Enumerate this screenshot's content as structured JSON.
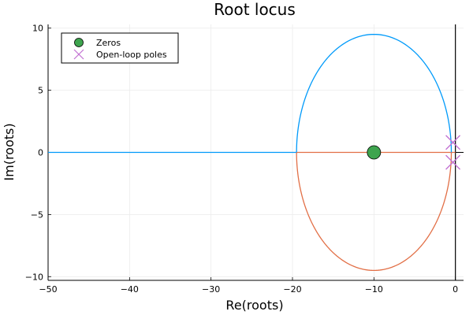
{
  "chart_data": {
    "type": "line",
    "title": "Root locus",
    "xlabel": "Re(roots)",
    "ylabel": "Im(roots)",
    "xlim": [
      -50,
      1
    ],
    "ylim": [
      -10.3,
      10.3
    ],
    "grid": true,
    "legend_position": "top-left",
    "xticks": [
      {
        "value": -50,
        "label": "−50"
      },
      {
        "value": -40,
        "label": "−40"
      },
      {
        "value": -30,
        "label": "−30"
      },
      {
        "value": -20,
        "label": "−20"
      },
      {
        "value": -10,
        "label": "−10"
      },
      {
        "value": 0,
        "label": "0"
      }
    ],
    "yticks": [
      {
        "value": -10,
        "label": "−10"
      },
      {
        "value": -5,
        "label": "−5"
      },
      {
        "value": 0,
        "label": "0"
      },
      {
        "value": 5,
        "label": "5"
      },
      {
        "value": 10,
        "label": "10"
      }
    ],
    "colors": {
      "upper_branch": "#009AFA",
      "lower_branch": "#E26F46",
      "zero_fill": "#3EA44E",
      "pole": "#C271D2",
      "axis_line": "#000000",
      "grid": "#EBEBEB"
    },
    "locus": {
      "real_axis_segment": {
        "x": [
          -50,
          -19.5
        ],
        "y": [
          0,
          0
        ]
      },
      "breakaway_circle": {
        "center": -10,
        "radius": 9.5
      },
      "axis_segment_to_poles": {
        "x": [
          -19.5,
          0
        ],
        "y": [
          0,
          0
        ]
      }
    },
    "zeros": [
      {
        "x": -10,
        "y": 0
      }
    ],
    "poles": [
      {
        "x": -0.3,
        "y": 0.8
      },
      {
        "x": -0.3,
        "y": -0.8
      }
    ],
    "legend": [
      {
        "label": "Zeros",
        "marker": "circle"
      },
      {
        "label": "Open-loop poles",
        "marker": "x"
      }
    ]
  }
}
